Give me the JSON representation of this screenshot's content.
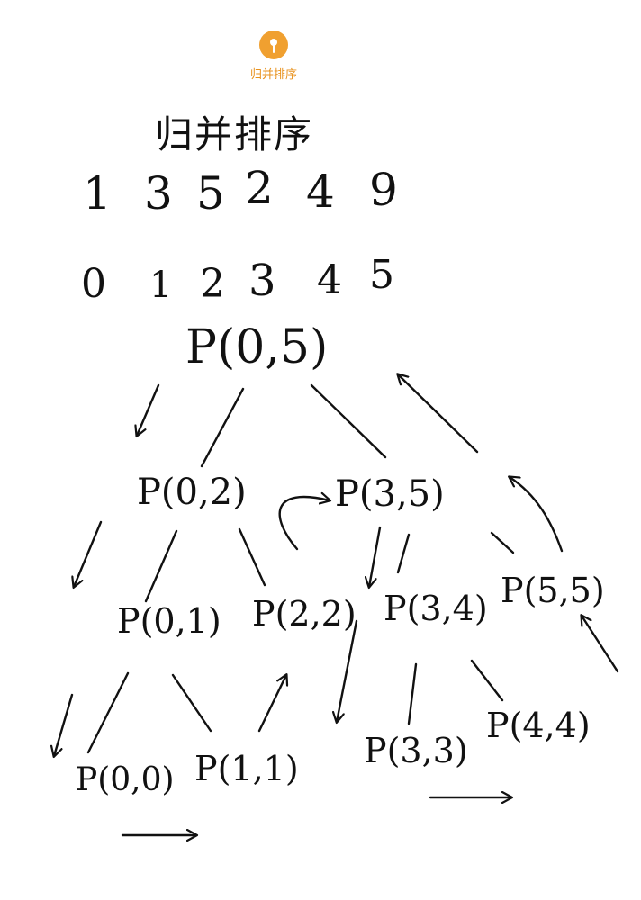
{
  "header": {
    "badge_icon": "pin-icon",
    "badge_color": "#f0a030",
    "label": "归并排序"
  },
  "sketch": {
    "title": "归并排序",
    "array_values": [
      "1",
      "3",
      "5",
      "2",
      "4",
      "9"
    ],
    "array_indices": [
      "0",
      "1",
      "2",
      "3",
      "4",
      "5"
    ],
    "nodes": {
      "root": "P(0,5)",
      "left": "P(0,2)",
      "right": "P(3,5)",
      "ll": "P(0,1)",
      "lr": "P(2,2)",
      "rl": "P(3,4)",
      "rr": "P(5,5)",
      "lll": "P(0,0)",
      "llr": "P(1,1)",
      "rll": "P(3,3)",
      "rlr": "P(4,4)"
    }
  }
}
